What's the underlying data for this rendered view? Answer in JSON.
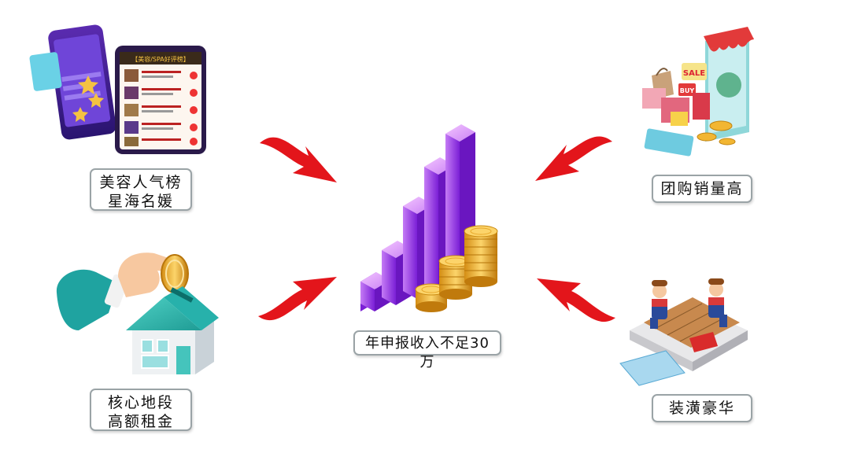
{
  "labels": {
    "beauty_line1": "美容人气榜",
    "beauty_line2": "星海名媛",
    "location_line1": "核心地段",
    "location_line2": "高额租金",
    "center": "年申报收入不足30万",
    "group_buy": "团购销量高",
    "renovation": "装潢豪华"
  },
  "phone_screen": {
    "banner": "【美容/SPA好评榜】"
  },
  "shop_sign": {
    "sale": "SALE",
    "buy": "BUY"
  },
  "colors": {
    "arrow": "#e3151b",
    "bar_purple": "#8a2be2",
    "coin_gold": "#f2b632",
    "border": "#9aa3a6"
  }
}
